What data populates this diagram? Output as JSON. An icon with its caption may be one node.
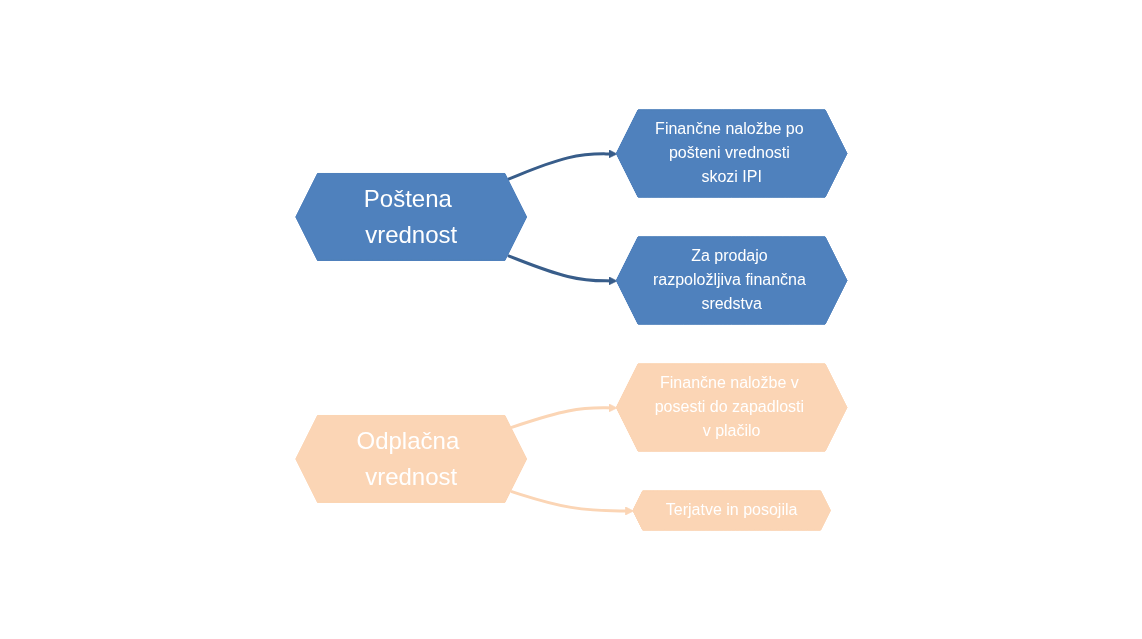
{
  "diagram": {
    "nodes": [
      {
        "text": [
          "Finančne naložbe po pošteni vrednosti skozi IPI"
        ]
      },
      {
        "text": [
          "Poštena vrednost"
        ]
      },
      {
        "text": [
          "Za prodajo razpoložljiva finančna sredstva"
        ]
      },
      {
        "text": [
          "Finančne naložbe v posesti do zapadlosti v plačilo"
        ]
      },
      {
        "text": [
          "Odplačna vrednost"
        ]
      },
      {
        "text": [
          "Terjatve in posojila"
        ]
      }
    ],
    "edges": [
      {
        "from": 1,
        "to": 0,
        "arrow": "to",
        "color": "#385d8a"
      },
      {
        "from": 1,
        "to": 2,
        "arrow": "to",
        "color": "#385d8a"
      },
      {
        "from": 4,
        "to": 3,
        "arrow": "to",
        "color": "#fbd5b5"
      },
      {
        "from": 4,
        "to": 5,
        "arrow": "to",
        "color": "#fbd5b5"
      }
    ]
  }
}
